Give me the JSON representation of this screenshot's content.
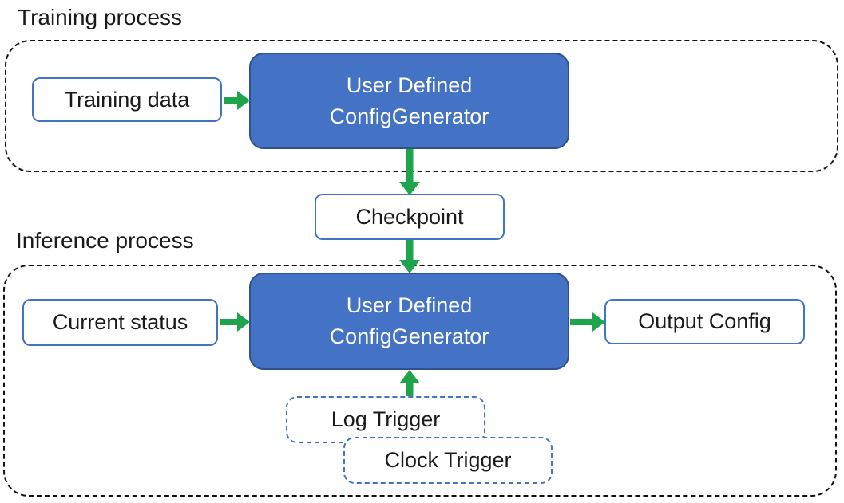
{
  "diagram": {
    "sections": {
      "training": {
        "title": "Training process"
      },
      "inference": {
        "title": "Inference process"
      }
    },
    "nodes": {
      "training_data": {
        "label": "Training data"
      },
      "config_generator_training": {
        "line1": "User Defined",
        "line2": "ConfigGenerator"
      },
      "checkpoint": {
        "label": "Checkpoint"
      },
      "current_status": {
        "label": "Current status"
      },
      "config_generator_inference": {
        "line1": "User Defined",
        "line2": "ConfigGenerator"
      },
      "output_config": {
        "label": "Output Config"
      },
      "log_trigger": {
        "label": "Log Trigger"
      },
      "clock_trigger": {
        "label": "Clock Trigger"
      }
    },
    "colors": {
      "accent-blue": "#4472C4",
      "accent-blue-dark": "#2F528F",
      "arrow-green": "#1EA54B",
      "container-border": "#111111"
    }
  }
}
